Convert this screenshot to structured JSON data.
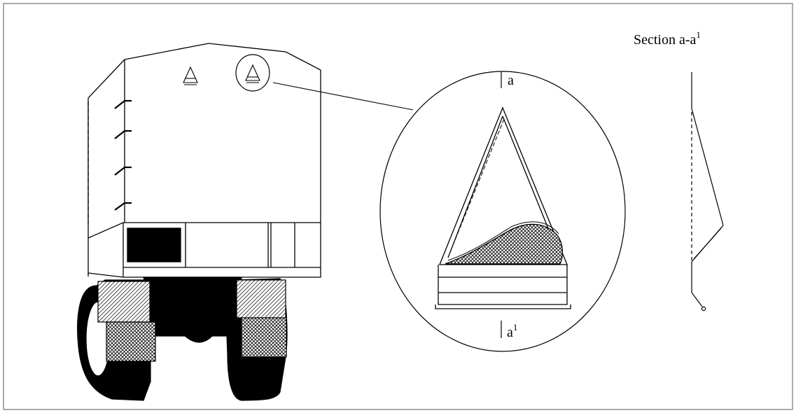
{
  "title": {
    "text": "Section a-a",
    "sup": "1"
  },
  "labels": {
    "cut_top": "a",
    "cut_bottom": "a",
    "cut_bottom_sup": "1"
  },
  "icons": {
    "trailer": "trailer-rear-view-icon",
    "reflector": "triangle-reflector-icon"
  },
  "colors": {
    "ink": "#000000",
    "paper": "#ffffff"
  }
}
